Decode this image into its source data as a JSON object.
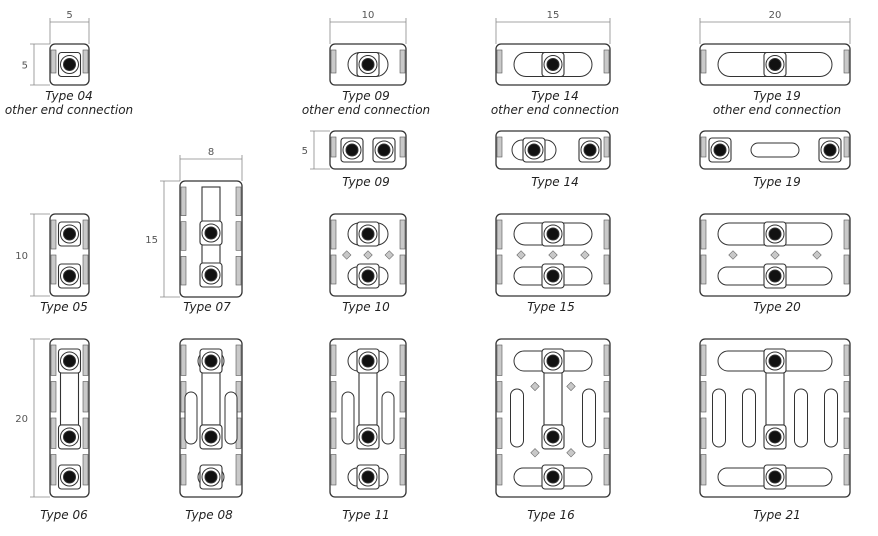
{
  "diagram": {
    "modules": [
      {
        "id": "t04",
        "label": "Type 04",
        "sublabel": "other end connection",
        "dims": [
          {
            "text": "5",
            "dir": "h"
          },
          {
            "text": "5",
            "dir": "v"
          }
        ]
      },
      {
        "id": "t05",
        "label": "Type 05",
        "sublabel": "",
        "dims": [
          {
            "text": "10",
            "dir": "v"
          }
        ]
      },
      {
        "id": "t06",
        "label": "Type 06",
        "sublabel": "",
        "dims": [
          {
            "text": "20",
            "dir": "v"
          }
        ]
      },
      {
        "id": "t07",
        "label": "Type 07",
        "sublabel": "",
        "dims": [
          {
            "text": "8",
            "dir": "h"
          },
          {
            "text": "15",
            "dir": "v"
          }
        ]
      },
      {
        "id": "t08",
        "label": "Type 08",
        "sublabel": "",
        "dims": []
      },
      {
        "id": "t09a",
        "label": "Type 09",
        "sublabel": "other end connection",
        "dims": [
          {
            "text": "10",
            "dir": "h"
          }
        ]
      },
      {
        "id": "t09b",
        "label": "Type 09",
        "sublabel": "",
        "dims": [
          {
            "text": "5",
            "dir": "v"
          }
        ]
      },
      {
        "id": "t10",
        "label": "Type 10",
        "sublabel": "",
        "dims": []
      },
      {
        "id": "t11",
        "label": "Type 11",
        "sublabel": "",
        "dims": []
      },
      {
        "id": "t14a",
        "label": "Type 14",
        "sublabel": "other end connection",
        "dims": [
          {
            "text": "15",
            "dir": "h"
          }
        ]
      },
      {
        "id": "t14b",
        "label": "Type 14",
        "sublabel": "",
        "dims": []
      },
      {
        "id": "t15",
        "label": "Type 15",
        "sublabel": "",
        "dims": []
      },
      {
        "id": "t16",
        "label": "Type 16",
        "sublabel": "",
        "dims": []
      },
      {
        "id": "t19a",
        "label": "Type 19",
        "sublabel": "other end connection",
        "dims": [
          {
            "text": "20",
            "dir": "h"
          }
        ]
      },
      {
        "id": "t19b",
        "label": "Type 19",
        "sublabel": "",
        "dims": []
      },
      {
        "id": "t20",
        "label": "Type 20",
        "sublabel": "",
        "dims": []
      },
      {
        "id": "t21",
        "label": "Type 21",
        "sublabel": "",
        "dims": []
      }
    ]
  }
}
